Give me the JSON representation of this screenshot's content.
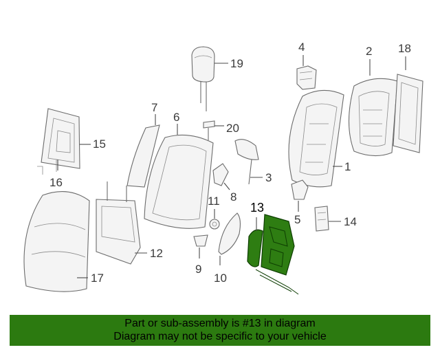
{
  "callouts": {
    "c1": "1",
    "c2": "2",
    "c3": "3",
    "c4": "4",
    "c5": "5",
    "c6": "6",
    "c7": "7",
    "c8": "8",
    "c9": "9",
    "c10": "10",
    "c11": "11",
    "c12": "12",
    "c13": "13",
    "c14": "14",
    "c15": "15",
    "c16": "16",
    "c17": "17",
    "c18": "18",
    "c19": "19",
    "c20": "20"
  },
  "highlight": {
    "part_number": "13",
    "color": "#2e7d12"
  },
  "banner": {
    "line1": "Part or sub-assembly is #13 in diagram",
    "line2": "Diagram may not be specific to your vehicle",
    "background": "#2c7a10"
  }
}
